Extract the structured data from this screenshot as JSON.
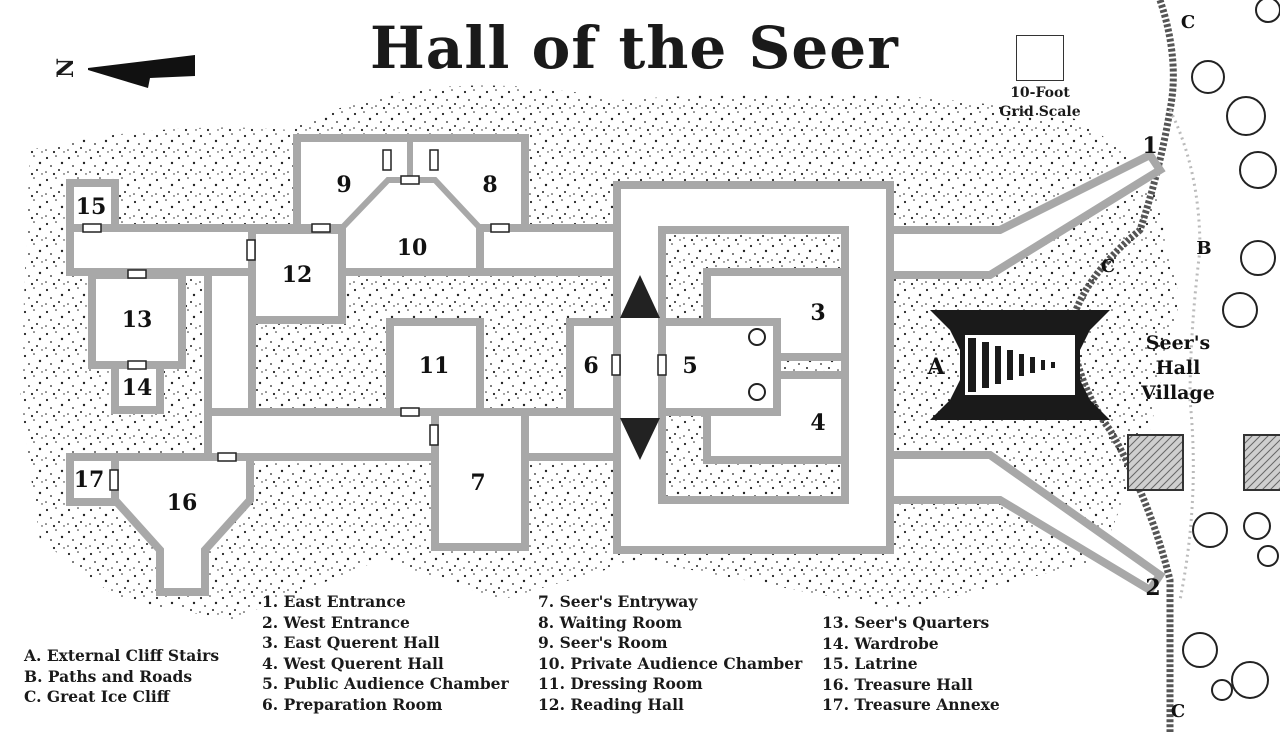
{
  "title": "Hall of the Seer",
  "scale": {
    "line1": "10-Foot",
    "line2": "Grid Scale"
  },
  "north_marker": "N",
  "legend_left": [
    "A. External Cliff Stairs",
    "B. Paths and Roads",
    "C. Great Ice Cliff"
  ],
  "legend_col1": [
    "1. East Entrance",
    "2. West Entrance",
    "3. East Querent Hall",
    "4. West Querent Hall",
    "5. Public Audience Chamber",
    "6. Preparation Room"
  ],
  "legend_col2": [
    "7. Seer's Entryway",
    "8. Waiting Room",
    "9. Seer's Room",
    "10. Private Audience Chamber",
    "11. Dressing Room",
    "12. Reading Hall"
  ],
  "legend_col3": [
    "13. Seer's Quarters",
    "14. Wardrobe",
    "15. Latrine",
    "16. Treasure Hall",
    "17. Treasure Annexe"
  ],
  "room_labels": [
    "1",
    "2",
    "3",
    "4",
    "5",
    "6",
    "7",
    "8",
    "9",
    "10",
    "11",
    "12",
    "13",
    "14",
    "15",
    "16",
    "17"
  ],
  "feature_labels": {
    "A": "A",
    "B": "B",
    "C": "C"
  },
  "village_label": [
    "Seer's",
    "Hall",
    "Village"
  ],
  "colors": {
    "wall": "#a8a8a8",
    "floor": "#ffffff",
    "ink": "#1a1a1a"
  }
}
